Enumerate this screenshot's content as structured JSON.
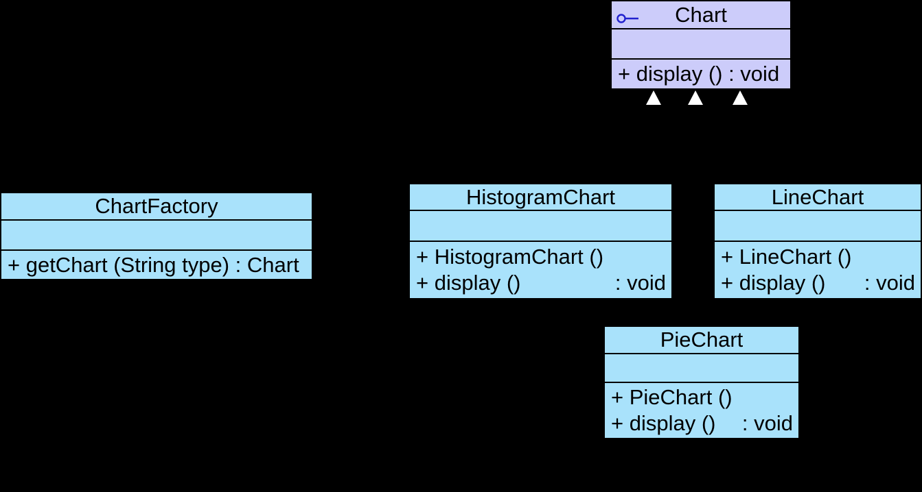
{
  "diagram": {
    "kind": "uml-class-diagram",
    "pattern": "Factory",
    "background_color": "#000000",
    "colors": {
      "interface_fill": "#CCCCFA",
      "class_fill": "#A9E2FB",
      "compartment_border": "#000000",
      "text": "#000000",
      "lollipop_icon": "#2121CE",
      "realization_arrowhead": "#FFFFFF"
    },
    "icons": {
      "chart_stereotype": "interface-lollipop-icon",
      "inheritance_marker": "realization-arrowhead-triangle"
    },
    "classes": {
      "chart": {
        "name": "Chart",
        "kind": "interface",
        "methods": [
          {
            "left": "+ display () : void"
          }
        ]
      },
      "chart_factory": {
        "name": "ChartFactory",
        "kind": "class",
        "methods": [
          {
            "left": "+ getChart (String type) : Chart"
          }
        ]
      },
      "histogram_chart": {
        "name": "HistogramChart",
        "kind": "class",
        "methods": [
          {
            "left": "+ HistogramChart ()"
          },
          {
            "left": "+ display ()",
            "right": ": void"
          }
        ]
      },
      "line_chart": {
        "name": "LineChart",
        "kind": "class",
        "methods": [
          {
            "left": "+ LineChart ()"
          },
          {
            "left": "+ display ()",
            "right": ": void"
          }
        ]
      },
      "pie_chart": {
        "name": "PieChart",
        "kind": "class",
        "methods": [
          {
            "left": "+ PieChart ()"
          },
          {
            "left": "+ display ()",
            "right": ": void"
          }
        ]
      }
    },
    "relationships": {
      "realizations_to_chart": [
        "HistogramChart",
        "LineChart",
        "PieChart"
      ],
      "arrowhead_count": 3
    }
  }
}
